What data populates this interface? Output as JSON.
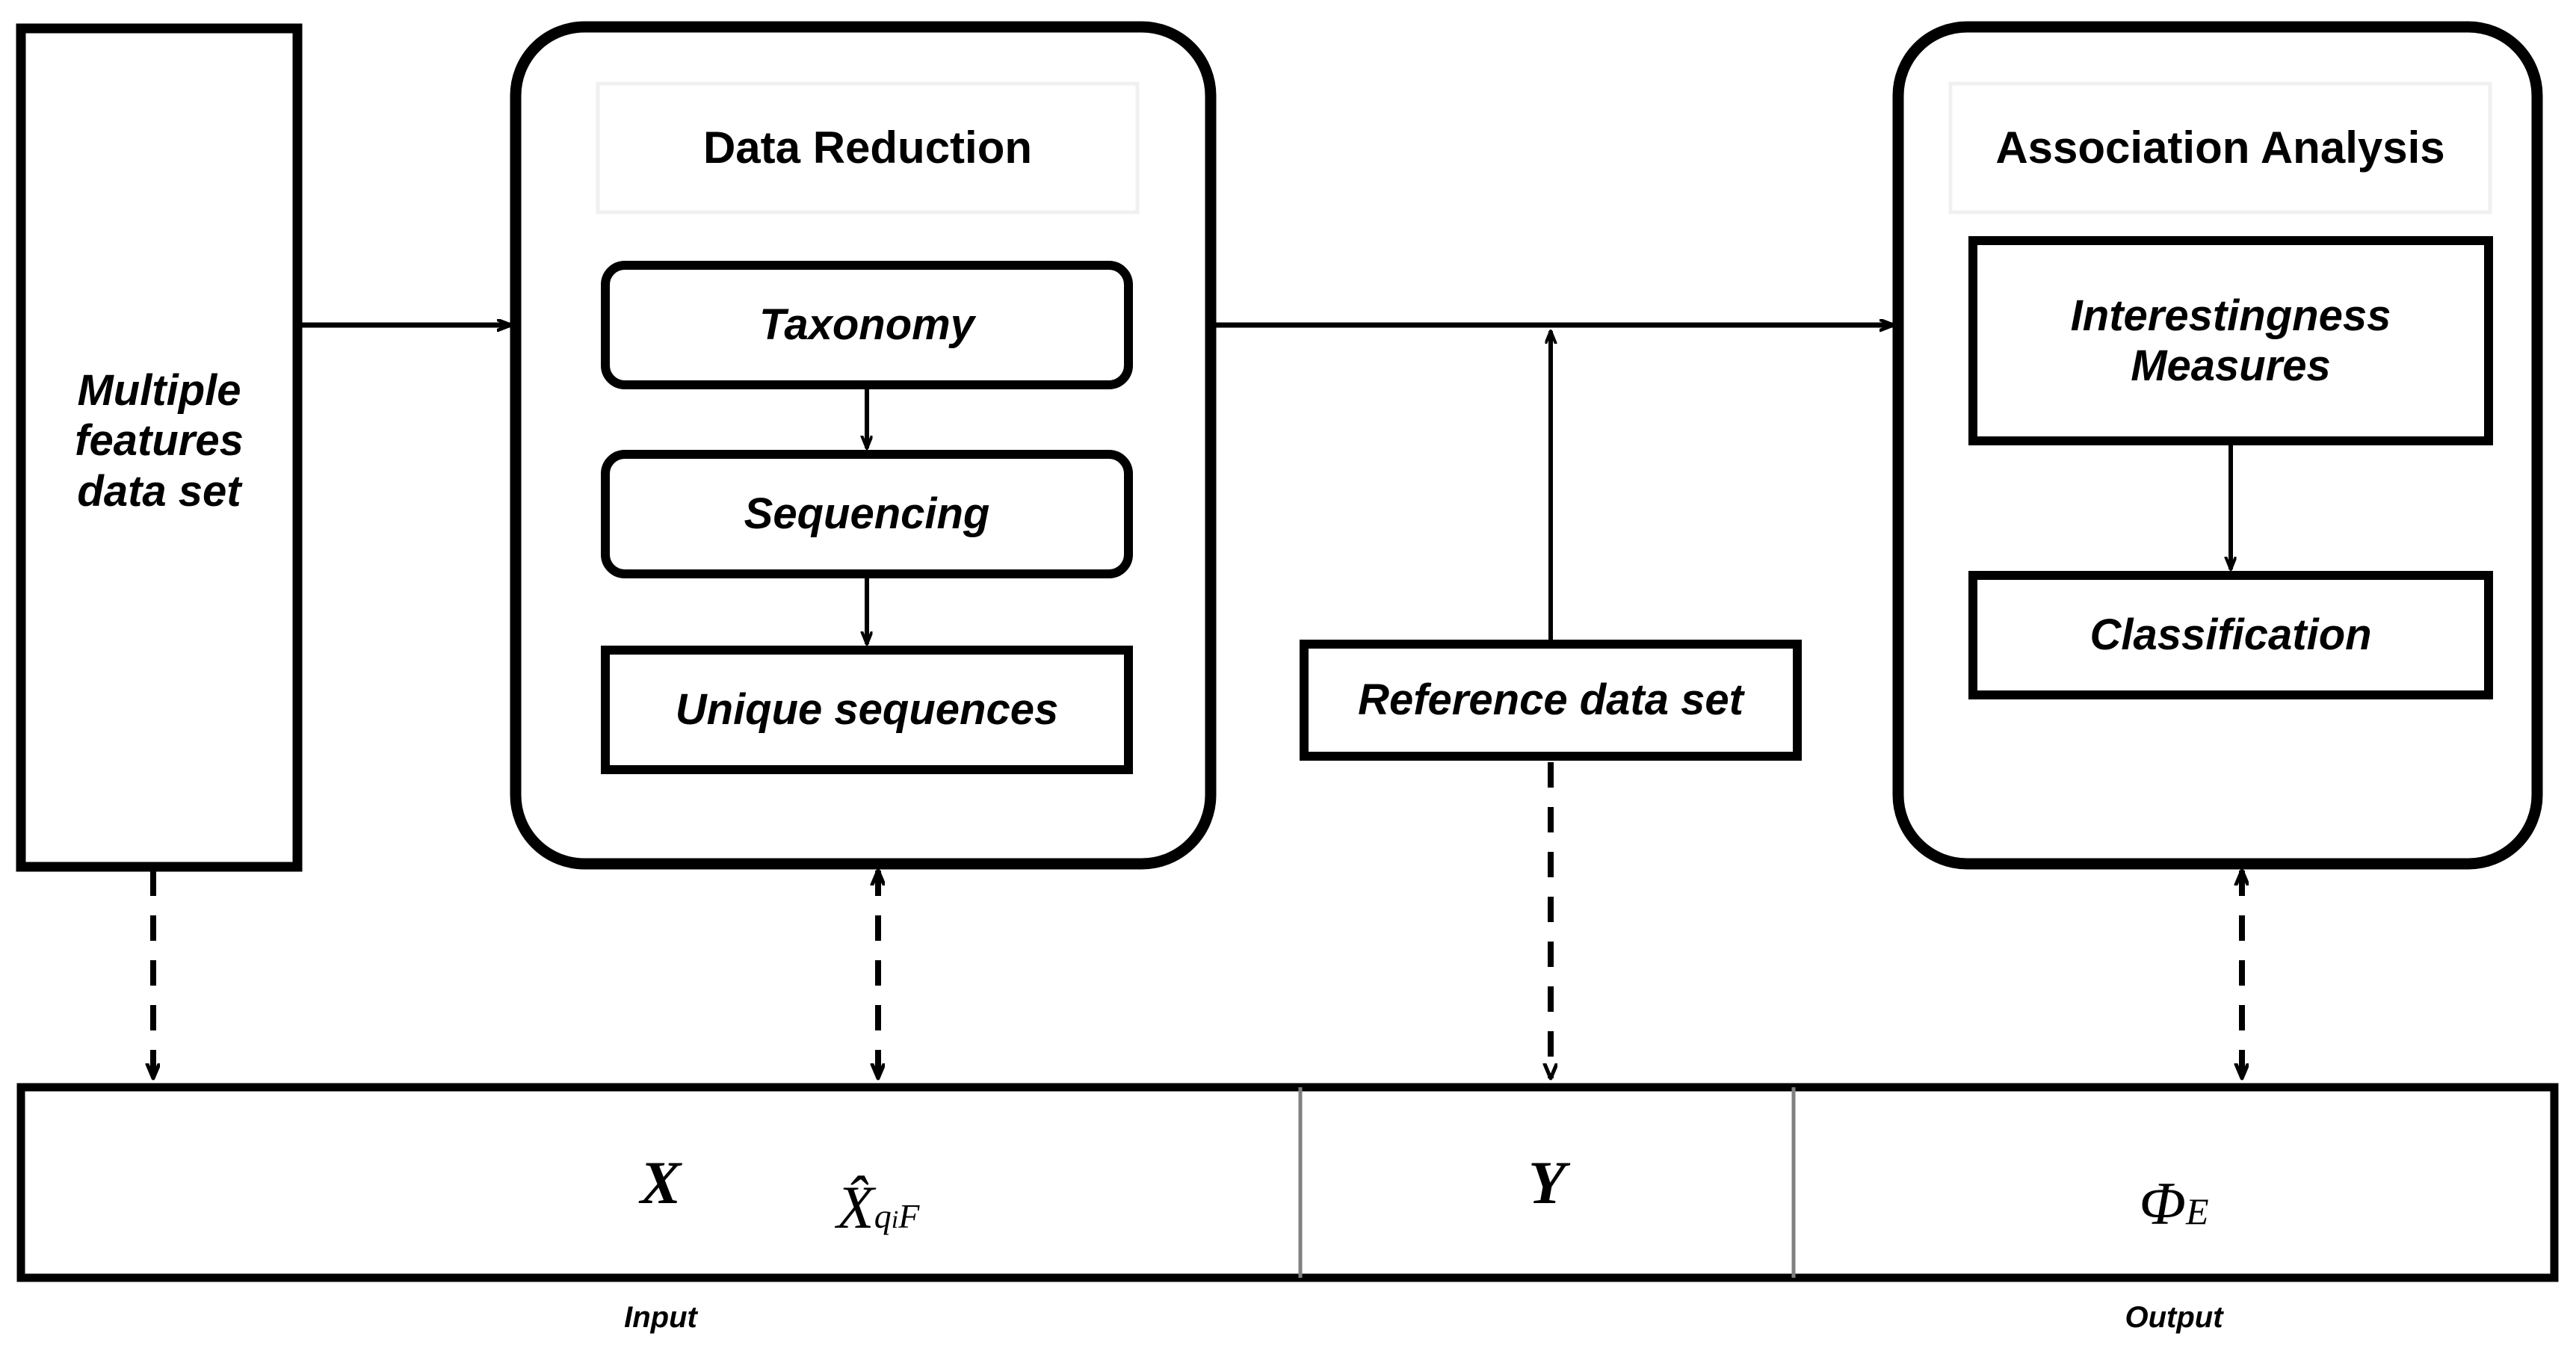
{
  "diagram": {
    "title": "Data mining framework flowchart",
    "colors": {
      "stroke": "#000000",
      "background": "#ffffff",
      "title_box_border": "#f0f0f0",
      "divider": "#808080"
    },
    "source": {
      "label": "Multiple features data set"
    },
    "panels": [
      {
        "id": "data-reduction",
        "title": "Data Reduction",
        "nodes": [
          {
            "id": "taxonomy",
            "label": "Taxonomy",
            "shape": "rounded"
          },
          {
            "id": "sequencing",
            "label": "Sequencing",
            "shape": "rounded"
          },
          {
            "id": "unique-sequences",
            "label": "Unique sequences",
            "shape": "rect"
          }
        ]
      },
      {
        "id": "association-analysis",
        "title": "Association Analysis",
        "nodes": [
          {
            "id": "interestingness-measures",
            "label_line1": "Interestingness",
            "label_line2": "Measures",
            "shape": "rect"
          },
          {
            "id": "classification",
            "label": "Classification",
            "shape": "rect"
          }
        ]
      }
    ],
    "reference": {
      "label": "Reference data set"
    },
    "legend_bar": {
      "cells": [
        {
          "id": "x",
          "symbol": "X",
          "type": "plain"
        },
        {
          "id": "xhat",
          "symbol": "X̂",
          "sub": "q",
          "subsub": "i",
          "sub2": "F",
          "type": "hat-sub"
        },
        {
          "id": "y",
          "symbol": "Y",
          "type": "plain"
        },
        {
          "id": "phi-e",
          "symbol": "Φ",
          "sub": "E",
          "type": "sub"
        }
      ]
    },
    "io_labels": {
      "input": "Input",
      "output": "Output"
    }
  }
}
